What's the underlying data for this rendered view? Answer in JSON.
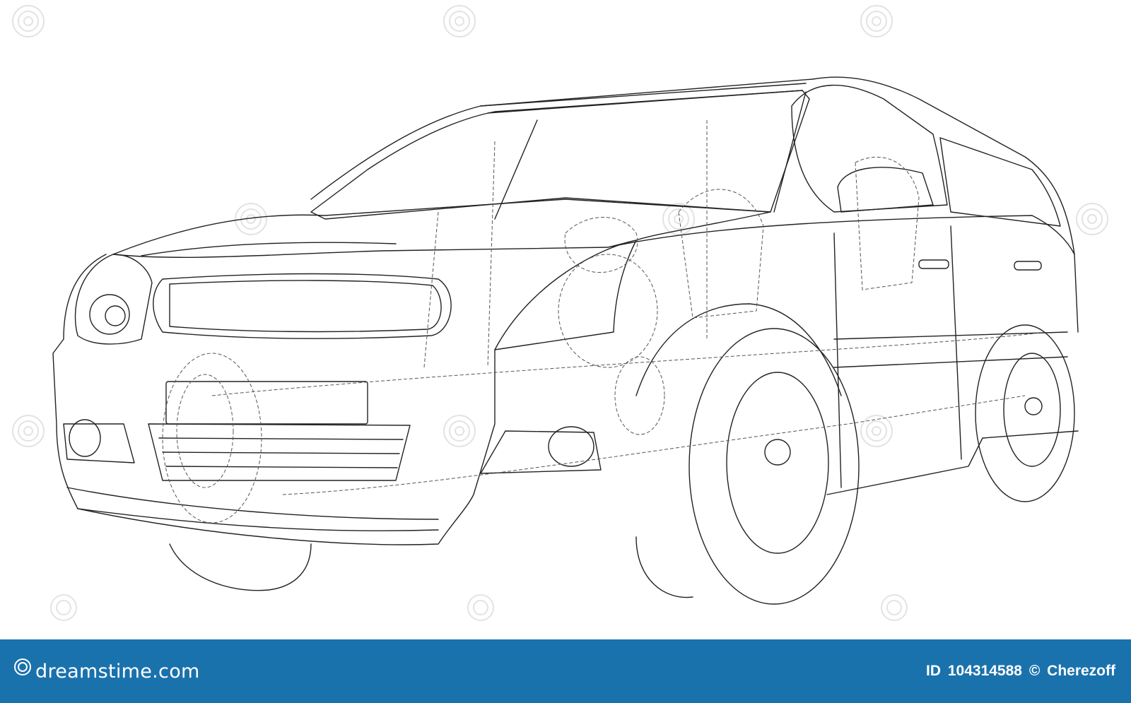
{
  "footer": {
    "brand": "dreamstime.com",
    "id_label": "ID",
    "id_number": "104314588",
    "copyright_symbol": "©",
    "author": "Cherezoff"
  },
  "colors": {
    "footer_background": "#1a72ad",
    "line": "#222222",
    "hidden_line": "#555555",
    "watermark": "#e3e3e3"
  },
  "icons": {
    "brand_logo": "swirl-logo-icon",
    "watermark": "swirl-watermark-icon"
  }
}
